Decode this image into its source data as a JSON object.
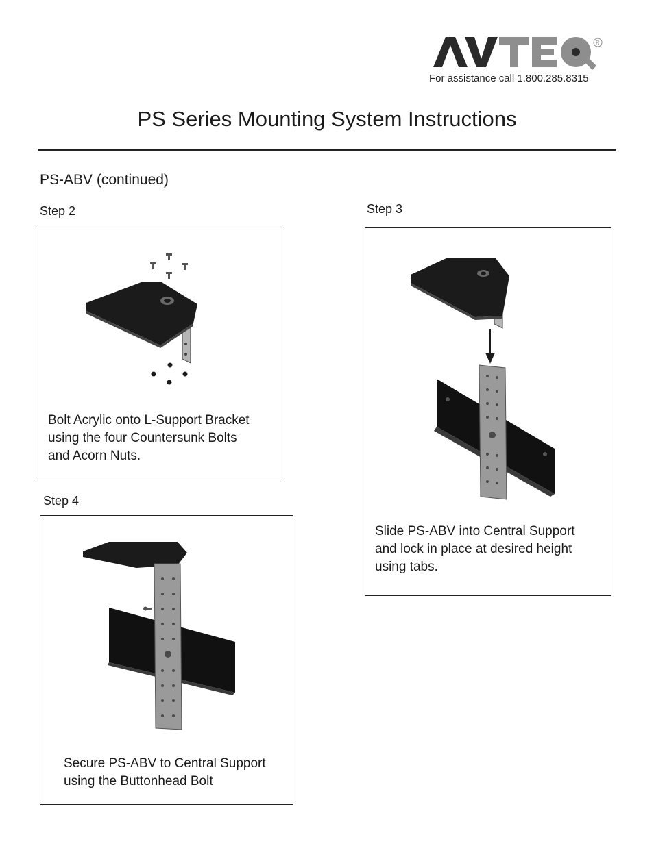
{
  "header": {
    "logo_text": "AVTEQ",
    "assistance": "For assistance call 1.800.285.8315",
    "title": "PS Series Mounting System Instructions"
  },
  "section": {
    "subtitle": "PS-ABV (continued)"
  },
  "steps": [
    {
      "label": "Step 2",
      "caption_lines": [
        "Bolt Acrylic onto L-Support Bracket",
        "using the four Countersunk Bolts",
        "and Acorn Nuts."
      ]
    },
    {
      "label": "Step 3",
      "caption_lines": [
        "Slide PS-ABV into Central Support",
        "and lock in place at desired height",
        "using tabs."
      ]
    },
    {
      "label": "Step 4",
      "caption_lines": [
        "Secure PS-ABV to Central Support",
        "using the Buttonhead Bolt"
      ]
    }
  ]
}
